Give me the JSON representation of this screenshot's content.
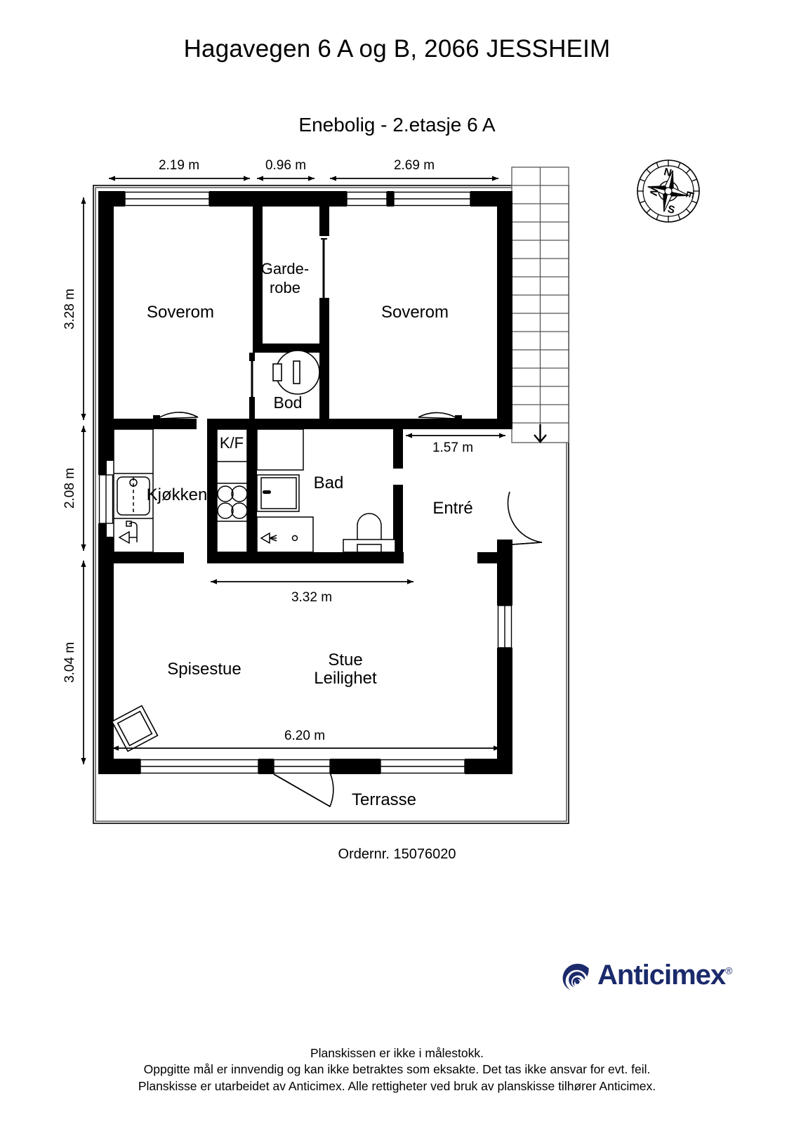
{
  "document": {
    "title": "Hagavegen 6 A og B, 2066 JESSHEIM",
    "subtitle": "Enebolig - 2.etasje 6 A",
    "order_number": "Ordernr. 15076020"
  },
  "brand": {
    "name": "Anticimex",
    "registered_mark": "®",
    "color": "#1b2a6b",
    "logo_icon": "spiral-mark"
  },
  "compass": {
    "icon": "compass-rose-icon",
    "north": "N",
    "east": "E",
    "south": "S",
    "west": "W"
  },
  "rooms": [
    {
      "id": "soverom-left",
      "label": "Soverom"
    },
    {
      "id": "garderobe",
      "label": "Garde-\nrobe",
      "line1": "Garde-",
      "line2": "robe"
    },
    {
      "id": "soverom-right",
      "label": "Soverom"
    },
    {
      "id": "bod",
      "label": "Bod"
    },
    {
      "id": "kjokken",
      "label": "Kjøkken"
    },
    {
      "id": "kf",
      "label": "K/F"
    },
    {
      "id": "bad",
      "label": "Bad"
    },
    {
      "id": "entre",
      "label": "Entré"
    },
    {
      "id": "spisestue",
      "label": "Spisestue"
    },
    {
      "id": "stue",
      "label": "Stue",
      "line2": "Leilighet"
    },
    {
      "id": "terrasse",
      "label": "Terrasse"
    }
  ],
  "room_labels": {
    "soverom_left": "Soverom",
    "garderobe_line1": "Garde-",
    "garderobe_line2": "robe",
    "soverom_right": "Soverom",
    "bod": "Bod",
    "kjokken": "Kjøkken",
    "kf": "K/F",
    "bad": "Bad",
    "entre": "Entré",
    "spisestue": "Spisestue",
    "stue_line1": "Stue",
    "stue_line2": "Leilighet",
    "terrasse": "Terrasse"
  },
  "dimensions": {
    "top_left": "2.19 m",
    "top_middle": "0.96 m",
    "top_right": "2.69 m",
    "left_upper": "3.28 m",
    "left_middle": "2.08 m",
    "left_lower": "3.04 m",
    "entre_width": "1.57 m",
    "stue_upper": "3.32 m",
    "stue_width": "6.20 m"
  },
  "fixtures": [
    {
      "id": "kitchen-sink",
      "name": "sink-icon"
    },
    {
      "id": "kitchen-stove",
      "name": "stove-icon"
    },
    {
      "id": "kitchen-tap",
      "name": "faucet-icon"
    },
    {
      "id": "washing-machine",
      "name": "washing-machine-icon"
    },
    {
      "id": "shower",
      "name": "shower-icon"
    },
    {
      "id": "toilet",
      "name": "toilet-icon"
    },
    {
      "id": "water-heater",
      "name": "water-heater-icon"
    },
    {
      "id": "fireplace",
      "name": "fireplace-icon"
    },
    {
      "id": "staircase",
      "name": "staircase-icon"
    }
  ],
  "footer": {
    "line1": "Planskissen er ikke i målestokk.",
    "line2": "Oppgitte mål er innvendig og kan ikke betraktes som eksakte. Det tas ikke ansvar for evt. feil.",
    "line3": "Planskisse er utarbeidet av Anticimex. Alle rettigheter ved bruk av planskisse tilhører Anticimex."
  }
}
